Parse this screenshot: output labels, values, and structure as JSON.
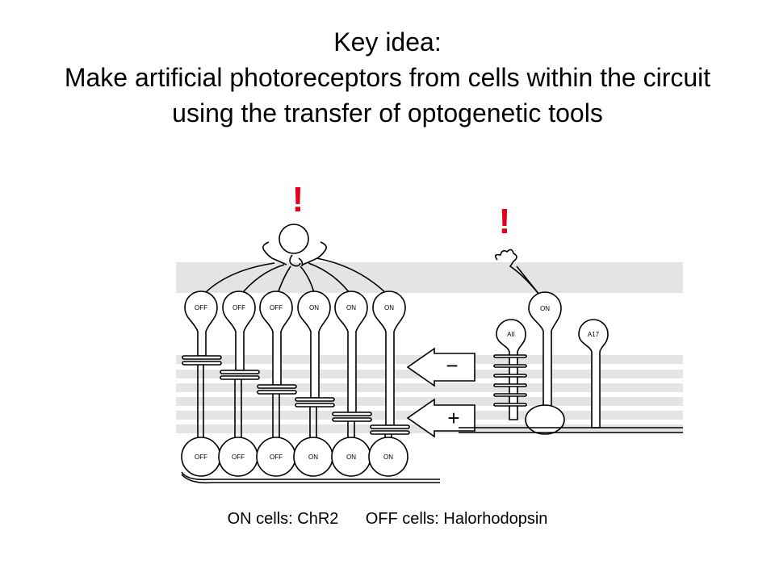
{
  "title": {
    "line1": "Key idea:",
    "line2": "Make artificial photoreceptors from cells within the circuit",
    "line3": "using the transfer of optogenetic tools"
  },
  "diagram": {
    "exclamation": "!",
    "minus": "−",
    "plus": "+",
    "bipolar_cells": [
      "OFF",
      "OFF",
      "OFF",
      "ON",
      "ON",
      "ON"
    ],
    "ganglion_cells": [
      "OFF",
      "OFF",
      "OFF",
      "ON",
      "ON",
      "ON"
    ],
    "rod_bipolar_label": "ON",
    "aii_label": "AII",
    "a17_label": "A17",
    "colors": {
      "exclamation": "#e2001a",
      "band": "#e4e4e4",
      "stroke": "#000000"
    }
  },
  "caption": {
    "on": "ON cells: ChR2",
    "off": "OFF cells: Halorhodopsin"
  }
}
